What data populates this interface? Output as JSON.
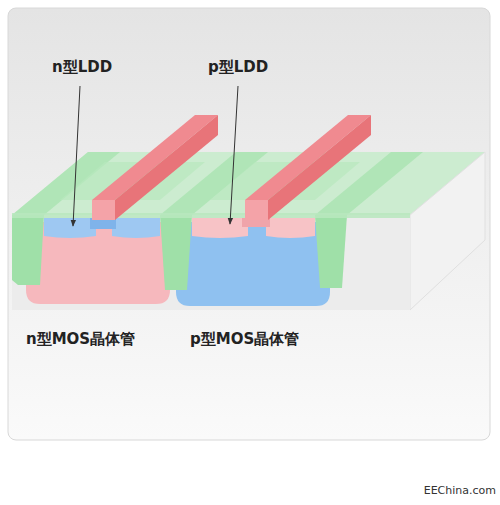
{
  "diagram": {
    "labels": [
      "n型LDD",
      "p型LDD",
      "n型MOS晶体管",
      "p型MOS晶体管",
      "EEChina.com"
    ]
  }
}
